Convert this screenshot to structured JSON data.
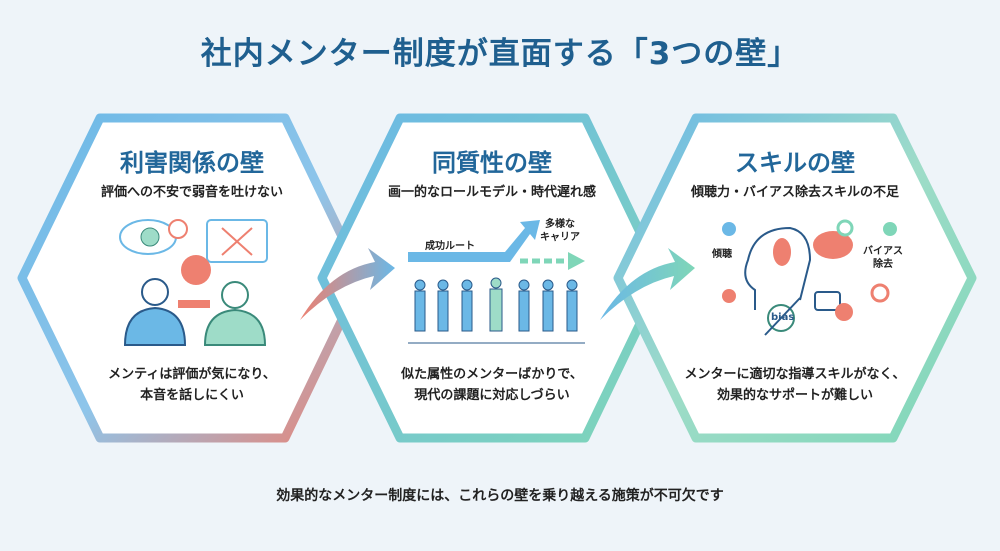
{
  "title": "社内メンター制度が直面する「3つの壁」",
  "walls": [
    {
      "heading": "利害関係の壁",
      "subtitle": "評価への不安で弱音を吐けない",
      "description": [
        "メンティは評価が気になり、",
        "本音を話しにくい"
      ]
    },
    {
      "heading": "同質性の壁",
      "subtitle": "画一的なロールモデル・時代遅れ感",
      "description": [
        "似た属性のメンターばかりで、",
        "現代の課題に対応しづらい"
      ],
      "labels": {
        "route": "成功ルート",
        "diverse": [
          "多様な",
          "キャリア"
        ]
      }
    },
    {
      "heading": "スキルの壁",
      "subtitle": "傾聴力・バイアス除去スキルの不足",
      "description": [
        "メンターに適切な指導スキルがなく、",
        "効果的なサポートが難しい"
      ],
      "labels": {
        "listening": "傾聴",
        "bias_removal": [
          "バイアス",
          "除去"
        ],
        "bias": "bias"
      }
    }
  ],
  "footer": "効果的なメンター制度には、これらの壁を乗り越える施策が不可欠です",
  "colors": {
    "title": "#1f5f8f",
    "blue": "#6bb8e6",
    "red": "#ee8070",
    "green": "#7fd6b8"
  }
}
